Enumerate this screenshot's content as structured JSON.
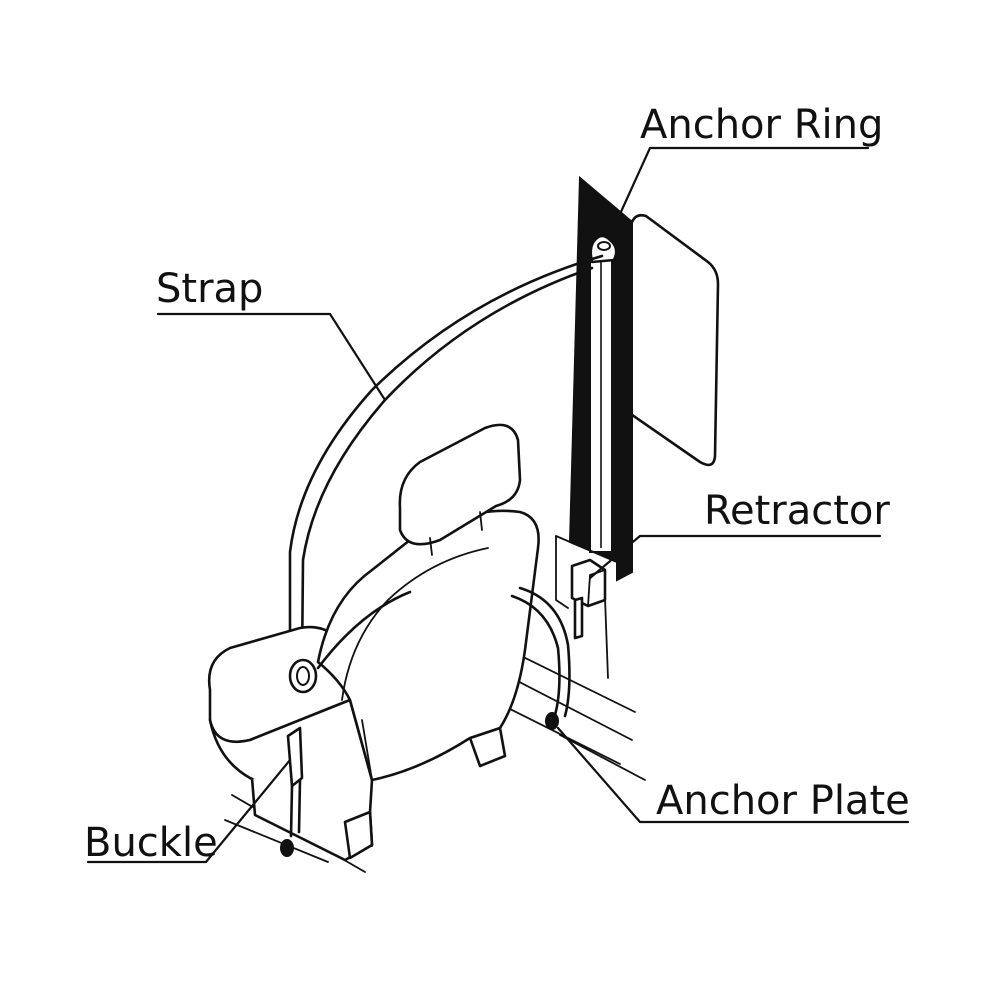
{
  "labels": {
    "anchor_ring": "Anchor Ring",
    "strap": "Strap",
    "retractor": "Retractor",
    "anchor_plate": "Anchor Plate",
    "buckle": "Buckle"
  },
  "colors": {
    "line": "#111111",
    "background": "#ffffff"
  }
}
